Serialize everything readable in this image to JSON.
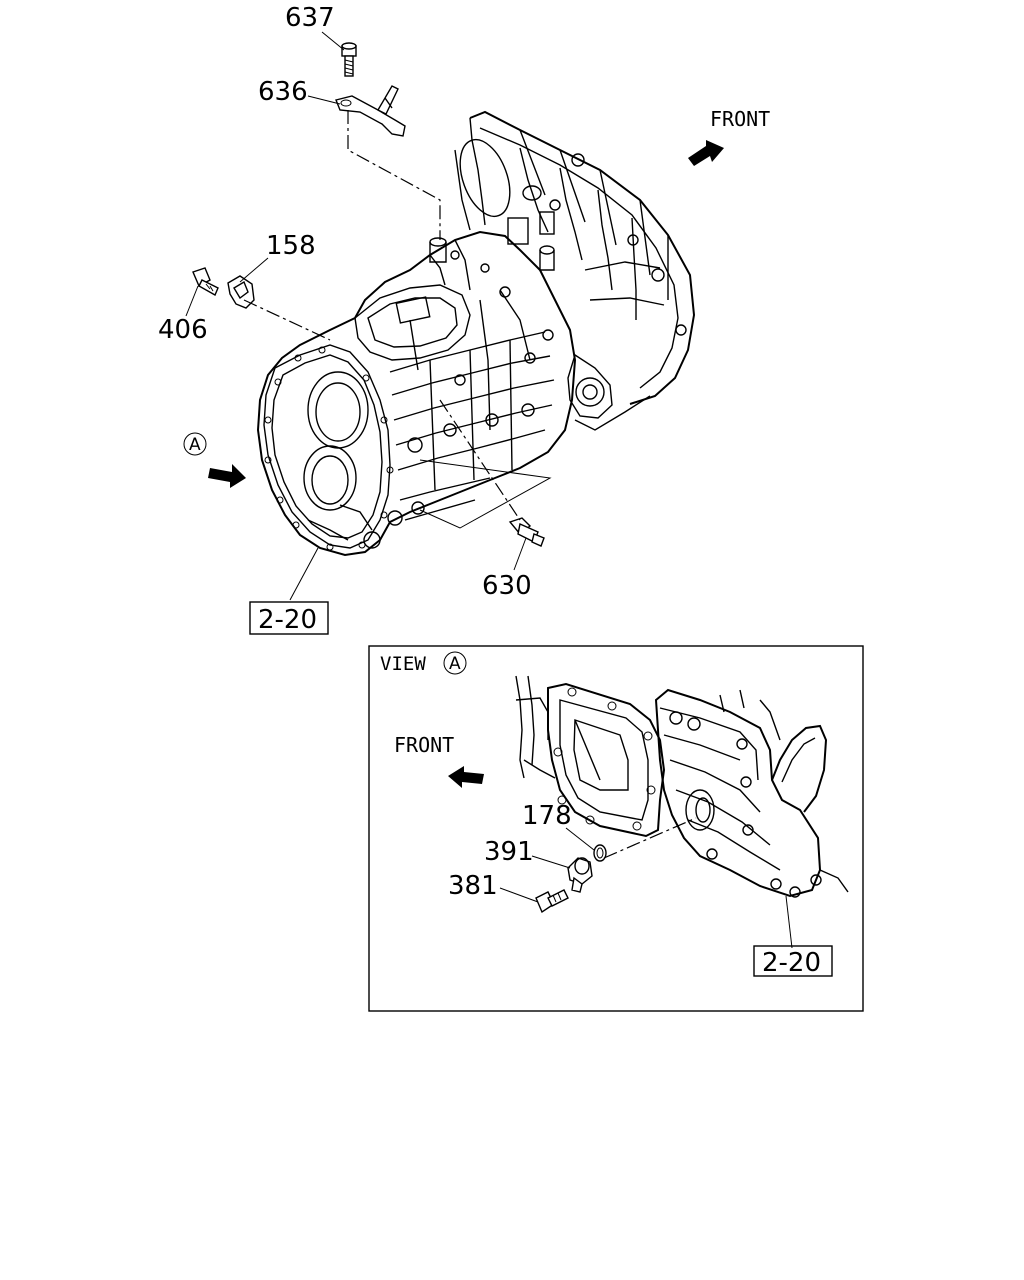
{
  "main_diagram": {
    "callouts": {
      "p637": "637",
      "p636": "636",
      "p158": "158",
      "p406": "406",
      "p630": "630"
    },
    "front_label": "FRONT",
    "view_marker": "A",
    "ref_box": "2-20"
  },
  "view_a_panel": {
    "title_text": "VIEW",
    "title_letter": "A",
    "front_label": "FRONT",
    "callouts": {
      "p178": "178",
      "p391": "391",
      "p381": "381"
    },
    "ref_box": "2-20"
  }
}
